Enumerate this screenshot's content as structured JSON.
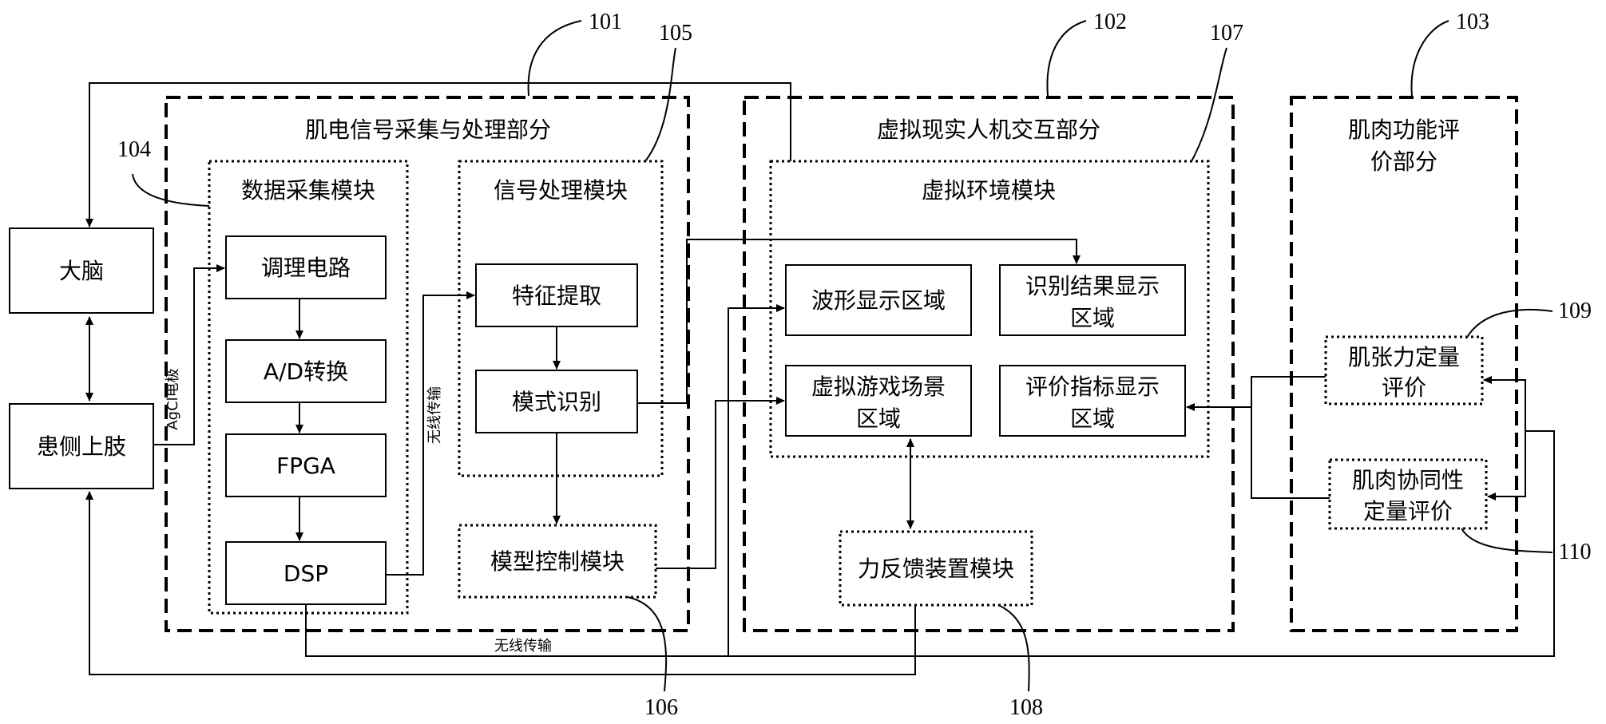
{
  "refs": {
    "r101": "101",
    "r102": "102",
    "r103": "103",
    "r104": "104",
    "r105": "105",
    "r106": "106",
    "r107": "107",
    "r108": "108",
    "r109": "109",
    "r110": "110"
  },
  "sections": {
    "emg": "肌电信号采集与处理部分",
    "vr": "虚拟现实人机交互部分",
    "eval_line1": "肌肉功能评",
    "eval_line2": "价部分"
  },
  "modules": {
    "data_acq": "数据采集模块",
    "signal_proc": "信号处理模块",
    "virtual_env": "虚拟环境模块",
    "model_ctrl": "模型控制模块",
    "force_feedback": "力反馈装置模块"
  },
  "blocks": {
    "brain": "大脑",
    "limb": "患侧上肢",
    "conditioning": "调理电路",
    "ad": "A/D转换",
    "fpga": "FPGA",
    "dsp": "DSP",
    "feature": "特征提取",
    "pattern": "模式识别",
    "waveform": "波形显示区域",
    "result_l1": "识别结果显示",
    "result_l2": "区域",
    "game_l1": "虚拟游戏场景",
    "game_l2": "区域",
    "index_l1": "评价指标显示",
    "index_l2": "区域",
    "tension_l1": "肌张力定量",
    "tension_l2": "评价",
    "synergy_l1": "肌肉协同性",
    "synergy_l2": "定量评价"
  },
  "labels": {
    "electrode": "AgCl电极",
    "wireless_v": "无线传输",
    "wireless_h": "无线传输"
  }
}
